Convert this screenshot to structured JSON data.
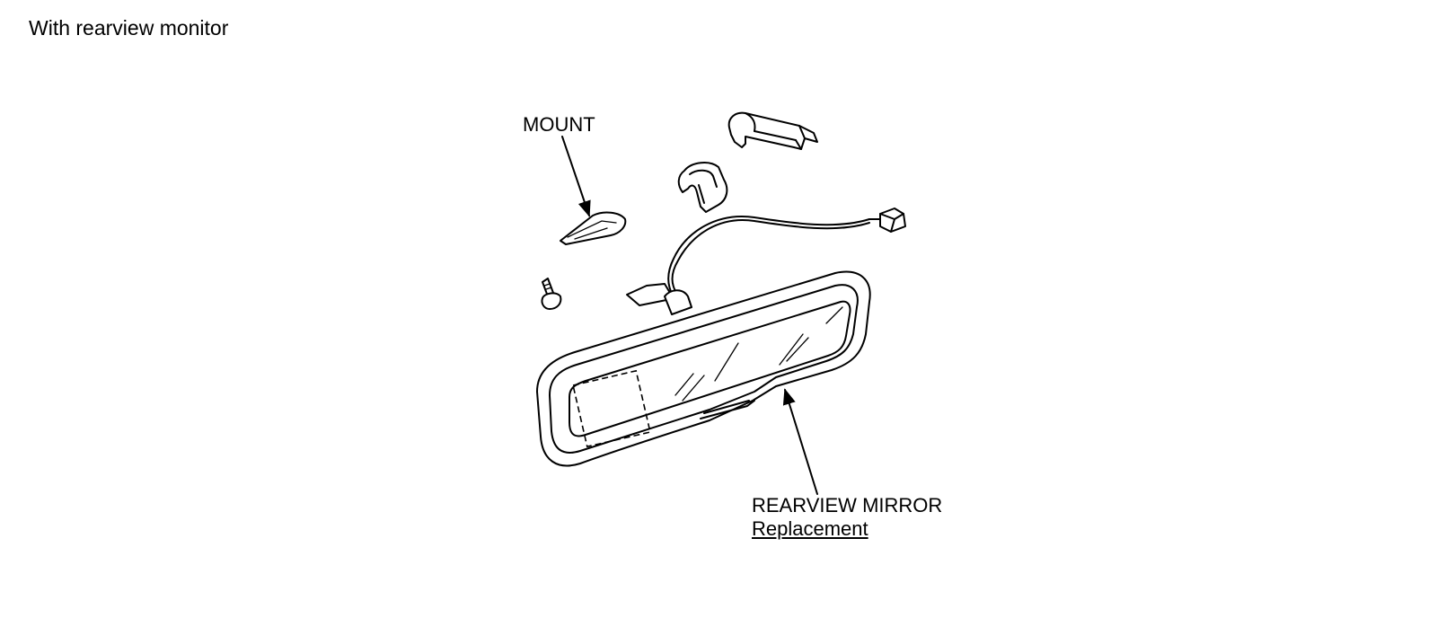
{
  "heading": "With rearview monitor",
  "labels": {
    "mount": "MOUNT",
    "mirror": "REARVIEW MIRROR",
    "mirror_link": "Replacement"
  },
  "diagram": {
    "parts": [
      "clip-cover-icon",
      "clip-icon",
      "connector-icon",
      "mount-icon",
      "screw-icon",
      "rearview-mirror-icon"
    ]
  }
}
